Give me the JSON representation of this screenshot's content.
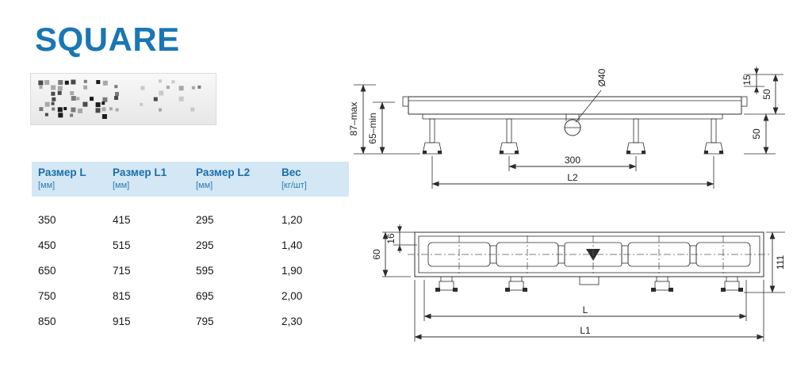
{
  "page": {
    "title": "SQUARE"
  },
  "colors": {
    "accent": "#1877b4",
    "table_header_bg": "#d3e7f4",
    "table_header_text": "#1b6ea9"
  },
  "table": {
    "headers": [
      {
        "label": "Размер L",
        "unit": "[мм]"
      },
      {
        "label": "Размер L1",
        "unit": "[мм]"
      },
      {
        "label": "Размер L2",
        "unit": "[мм]"
      },
      {
        "label": "Вес",
        "unit": "[кг/шт]"
      }
    ],
    "rows": [
      [
        "350",
        "415",
        "295",
        "1,20"
      ],
      [
        "450",
        "515",
        "295",
        "1,40"
      ],
      [
        "650",
        "715",
        "595",
        "1,90"
      ],
      [
        "750",
        "815",
        "695",
        "2,00"
      ],
      [
        "850",
        "915",
        "795",
        "2,30"
      ]
    ]
  },
  "side_view": {
    "dims": {
      "height_max": "87–max",
      "height_min": "65–min",
      "outlet_diameter": "Ø40",
      "rim_height": "15",
      "body_height": "50",
      "leg_height": "50",
      "leg_spacing": "300",
      "overall_length": "L2"
    }
  },
  "plan_view": {
    "dims": {
      "edge_offset": "16",
      "channel_width": "60",
      "total_width": "111",
      "inner_length": "L",
      "overall_length": "L1"
    }
  }
}
